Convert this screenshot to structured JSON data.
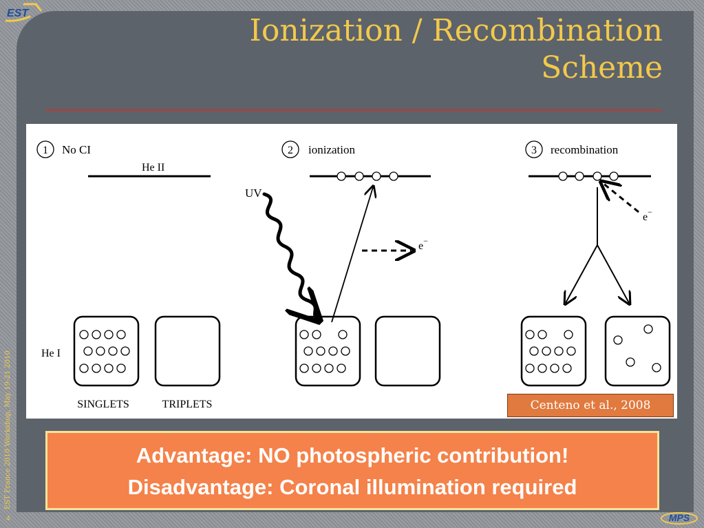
{
  "slide": {
    "title_line1": "Ionization / Recombination",
    "title_line2": "Scheme",
    "side_text": "EST France 2010 Workshop, May 19-21 2010",
    "page_number": "4",
    "logo_left": "EST",
    "logo_right": "MPS"
  },
  "figure": {
    "panels": [
      {
        "number": "1",
        "label": "No CI",
        "level": "He II"
      },
      {
        "number": "2",
        "label": "ionization"
      },
      {
        "number": "3",
        "label": "recombination"
      }
    ],
    "uv_label": "UV",
    "electron_label": "e",
    "electron_charge": "−",
    "level_label": "He I",
    "box_labels": [
      "SINGLETS",
      "TRIPLETS"
    ],
    "credit": "Centeno et al., 2008"
  },
  "callout": {
    "line1": "Advantage: NO photospheric contribution!",
    "line2": "Disadvantage: Coronal illumination required"
  },
  "colors": {
    "title": "#f2c94c",
    "callout_bg": "#f4824a",
    "panel_bg": "#5d636b",
    "rule": "#c0392b"
  }
}
